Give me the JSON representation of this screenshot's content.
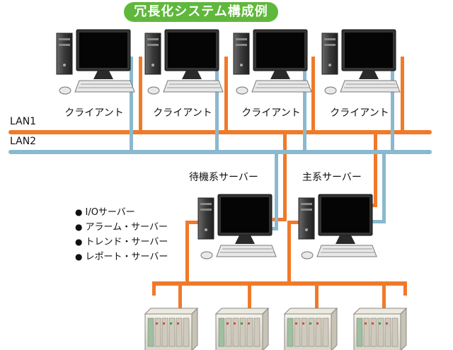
{
  "title": "冗長化システム構成例",
  "networks": {
    "lan1": "LAN1",
    "lan2": "LAN2"
  },
  "clients": [
    {
      "label": "クライアント"
    },
    {
      "label": "クライアント"
    },
    {
      "label": "クライアント"
    },
    {
      "label": "クライアント"
    }
  ],
  "servers": {
    "standby_label": "待機系サーバー",
    "primary_label": "主系サーバー"
  },
  "server_roles": [
    "I/Oサーバー",
    "アラーム・サーバー",
    "トレンド・サーバー",
    "レポート・サーバー"
  ],
  "colors": {
    "lan1": "#f07a2a",
    "lan2": "#8ab9cf",
    "title_bg": "#5fb83b"
  },
  "devices": {
    "plc_count": 4
  }
}
